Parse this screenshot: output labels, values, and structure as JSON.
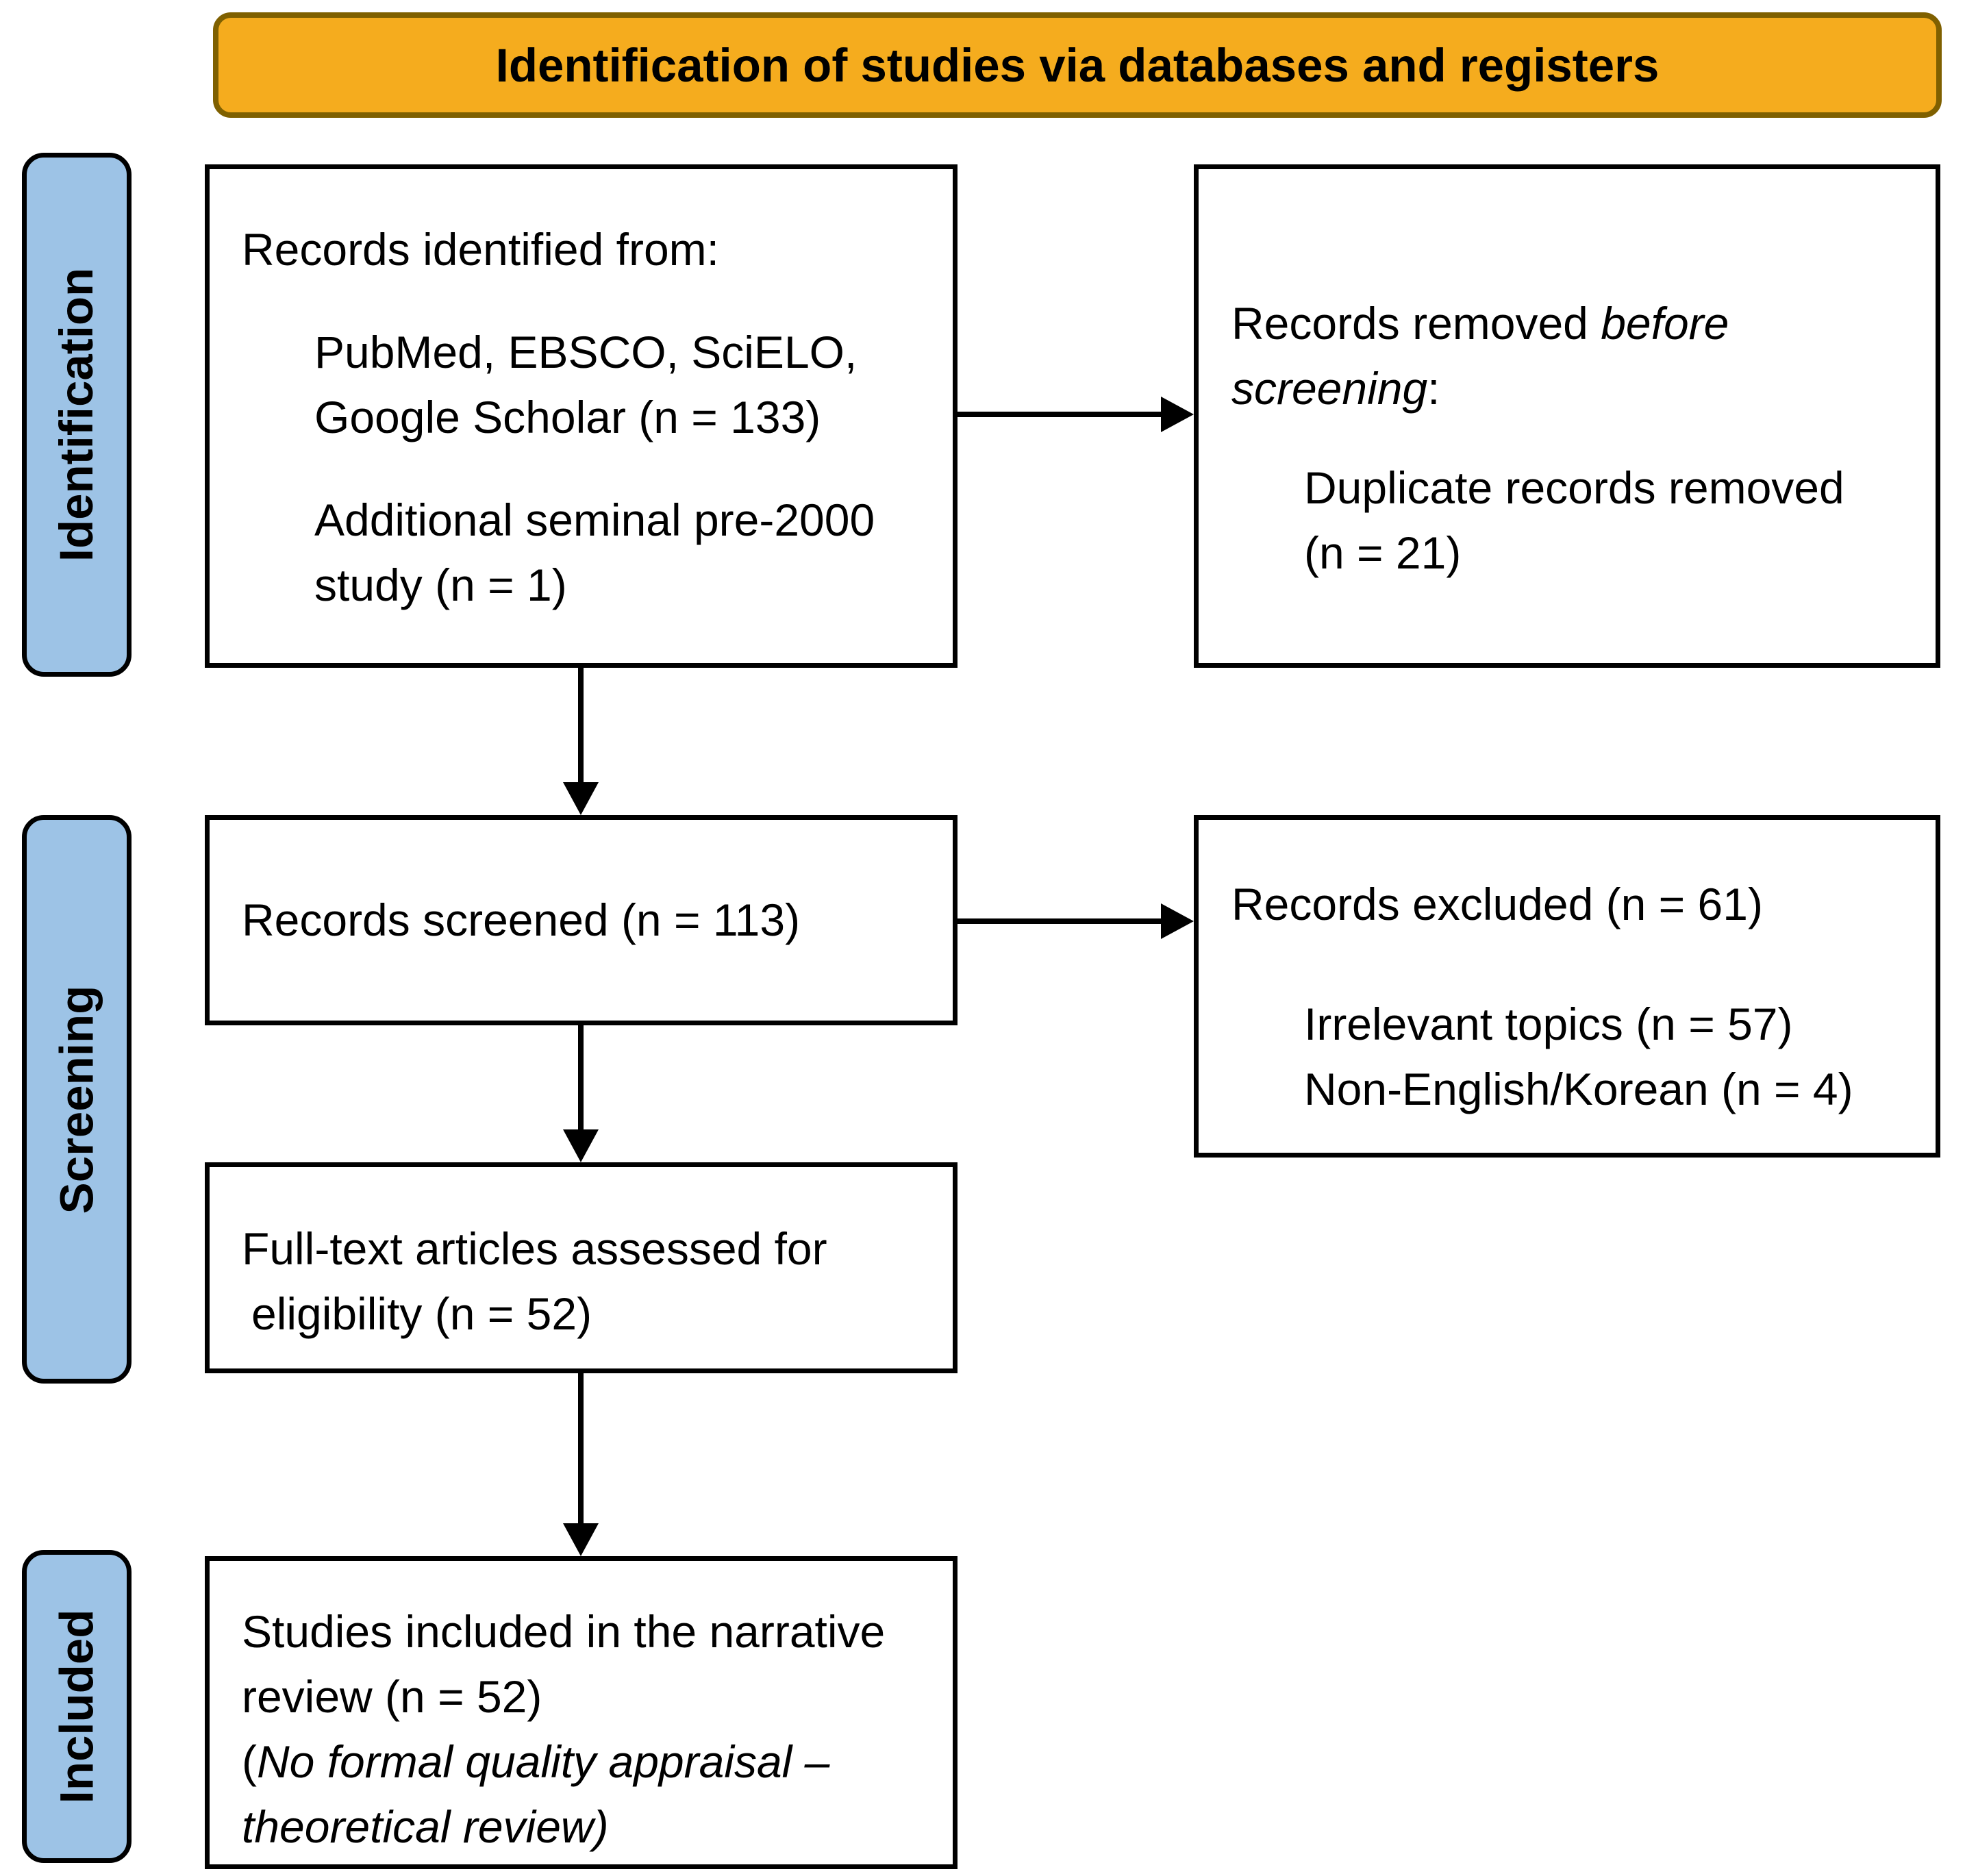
{
  "banner": {
    "title": "Identification of studies via databases and registers"
  },
  "stages": [
    {
      "id": "identification",
      "label": "Identification"
    },
    {
      "id": "screening",
      "label": "Screening"
    },
    {
      "id": "included",
      "label": "Included"
    }
  ],
  "boxes": {
    "records_identified": {
      "intro": "Records identified from:",
      "item1_line1": "PubMed, EBSCO, SciELO,",
      "item1_line2": "Google Scholar (n = 133)",
      "item2_line1": "Additional seminal pre-2000",
      "item2_line2": "study (n = 1)"
    },
    "records_removed": {
      "line1_text": "Records removed ",
      "line1_italic": "before",
      "line2_italic": "screening",
      "line2_text": ":",
      "item_line1": "Duplicate records removed",
      "item_line2": "(n = 21)"
    },
    "records_screened": {
      "text": "Records screened (n = 113)"
    },
    "records_excluded": {
      "intro": "Records excluded (n = 61)",
      "item1": "Irrelevant topics (n = 57)",
      "item2": "Non-English/Korean (n = 4)"
    },
    "fulltext": {
      "line1": "Full-text articles assessed for",
      "line2": "eligibility (n = 52)"
    },
    "included_studies": {
      "line1": "Studies included in the narrative",
      "line2": "review (n = 52)",
      "line3_prefix": "(",
      "line3_italic": "No formal quality appraisal –",
      "line4_italic": "theoretical review)"
    }
  },
  "colors": {
    "banner_fill": "#F5AC1E",
    "banner_border": "#7F6000",
    "stage_fill": "#9DC3E6",
    "box_border": "#000000",
    "arrow": "#000000",
    "text": "#000000",
    "background": "#FFFFFF"
  }
}
